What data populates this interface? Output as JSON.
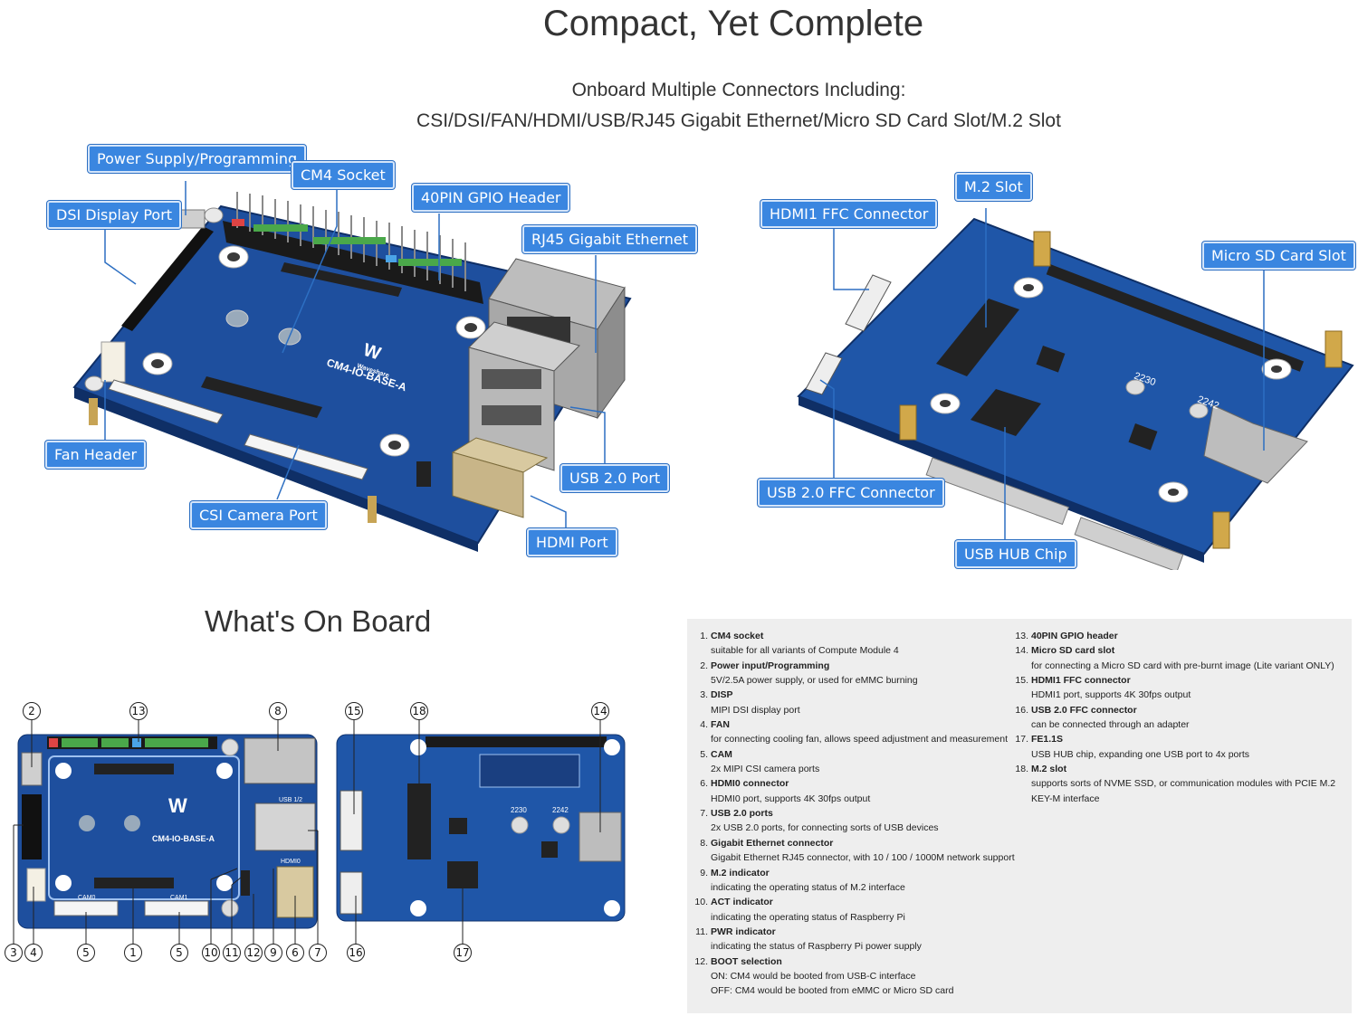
{
  "header": {
    "title": "Compact, Yet Complete",
    "subtitle_line1": "Onboard Multiple Connectors Including:",
    "subtitle_line2": "CSI/DSI/FAN/HDMI/USB/RJ45 Gigabit Ethernet/Micro SD Card Slot/M.2 Slot"
  },
  "front_board": {
    "silkscreen_model": "CM4-IO-BASE-A",
    "brand": "Waveshare",
    "callouts": {
      "power": "Power Supply/Programming",
      "cm4": "CM4 Socket",
      "gpio": "40PIN GPIO Header",
      "dsi": "DSI Display Port",
      "rj45": "RJ45 Gigabit Ethernet",
      "fan": "Fan Header",
      "usb2": "USB 2.0 Port",
      "csi": "CSI Camera Port",
      "hdmi": "HDMI Port"
    }
  },
  "back_board": {
    "callouts": {
      "m2": "M.2 Slot",
      "hdmi1": "HDMI1 FFC Connector",
      "microsd": "Micro SD Card Slot",
      "usbffc": "USB 2.0 FFC Connector",
      "hub": "USB HUB Chip"
    },
    "silk": {
      "a": "2230",
      "b": "2242"
    }
  },
  "whats_on_board": {
    "title": "What's On Board",
    "diagram_labels": {
      "model": "CM4-IO-BASE-A",
      "cam0": "CAM0",
      "cam1": "CAM1",
      "hdmi0": "HDMI0",
      "usb12": "USB 1/2",
      "n2230": "2230",
      "n2242": "2242"
    },
    "markers": [
      "2",
      "13",
      "8",
      "15",
      "18",
      "14",
      "3",
      "4",
      "5",
      "1",
      "5",
      "10",
      "11",
      "12",
      "9",
      "6",
      "7",
      "16",
      "17"
    ]
  },
  "legend": {
    "left": [
      {
        "n": "1.",
        "title": "CM4 socket",
        "desc": "suitable for all variants of Compute Module 4"
      },
      {
        "n": "2.",
        "title": "Power input/Programming",
        "desc": "5V/2.5A power supply, or used for eMMC burning"
      },
      {
        "n": "3.",
        "title": "DISP",
        "desc": "MIPI DSI display port"
      },
      {
        "n": "4.",
        "title": "FAN",
        "desc": "for connecting cooling fan, allows speed adjustment and measurement"
      },
      {
        "n": "5.",
        "title": "CAM",
        "desc": "2x MIPI CSI camera ports"
      },
      {
        "n": "6.",
        "title": "HDMI0 connector",
        "desc": "HDMI0 port, supports 4K 30fps output"
      },
      {
        "n": "7.",
        "title": "USB 2.0 ports",
        "desc": "2x USB 2.0 ports, for connecting sorts of USB devices"
      },
      {
        "n": "8.",
        "title": "Gigabit Ethernet connector",
        "desc": "Gigabit Ethernet RJ45 connector, with 10 / 100 / 1000M network support"
      },
      {
        "n": "9.",
        "title": "M.2 indicator",
        "desc": "indicating the operating status of M.2 interface"
      },
      {
        "n": "10.",
        "title": "ACT indicator",
        "desc": "indicating the operating status of Raspberry Pi"
      },
      {
        "n": "11.",
        "title": "PWR indicator",
        "desc": "indicating the status of Raspberry Pi power supply"
      },
      {
        "n": "12.",
        "title": "BOOT selection",
        "desc": "ON: CM4 would be booted from USB-C interface",
        "desc2": "OFF: CM4 would be booted from eMMC or Micro SD card"
      }
    ],
    "right": [
      {
        "n": "13.",
        "title": "40PIN GPIO header",
        "desc": ""
      },
      {
        "n": "14.",
        "title": "Micro SD card slot",
        "desc": "for connecting a Micro SD card with pre-burnt image (Lite variant ONLY)"
      },
      {
        "n": "15.",
        "title": "HDMI1 FFC connector",
        "desc": "HDMI1 port, supports 4K 30fps output"
      },
      {
        "n": "16.",
        "title": "USB 2.0 FFC connector",
        "desc": "can be connected through an adapter"
      },
      {
        "n": "17.",
        "title": "FE1.1S",
        "desc": "USB HUB chip, expanding one USB port to 4x ports"
      },
      {
        "n": "18.",
        "title": "M.2 slot",
        "desc": "supports sorts of NVME SSD, or communication modules with PCIE M.2",
        "desc2": "KEY-M interface"
      }
    ]
  },
  "colors": {
    "board_blue": "#1f56a8",
    "callout_blue": "#3a86e0",
    "legend_bg": "#eeeeee"
  }
}
